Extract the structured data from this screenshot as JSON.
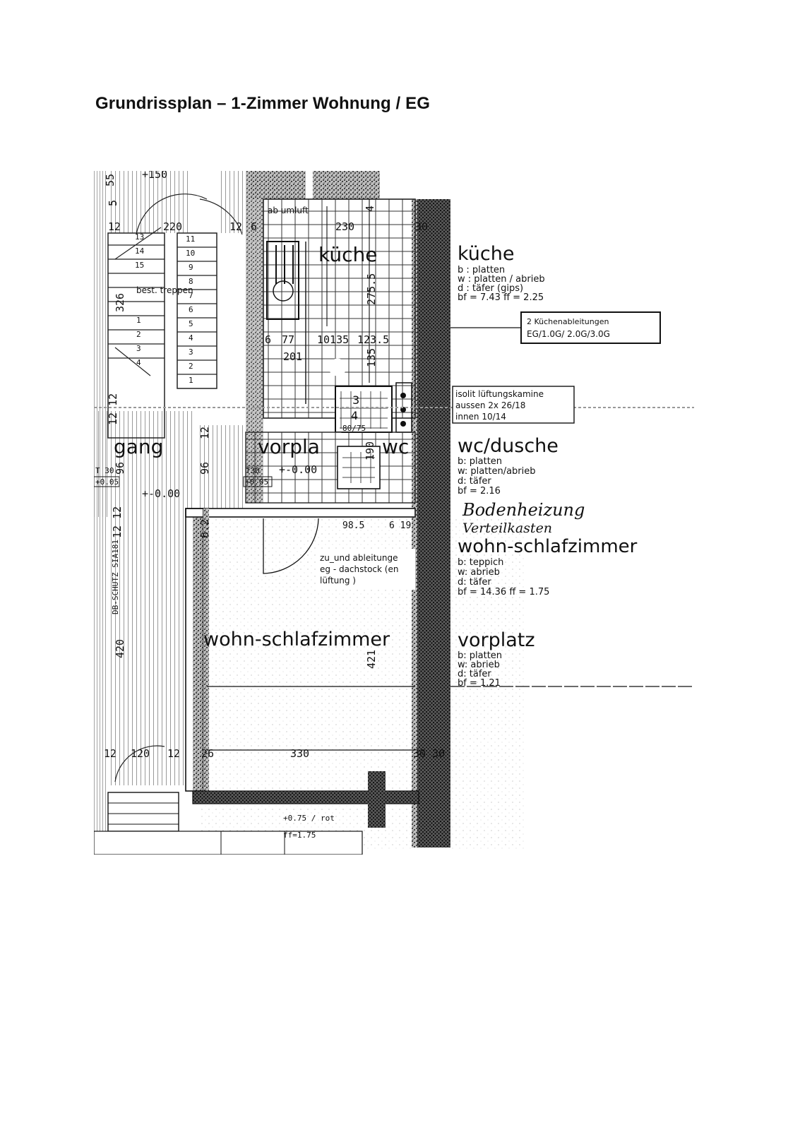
{
  "page": {
    "title": "Grundrissplan – 1-Zimmer Wohnung / EG"
  },
  "plan": {
    "dims": {
      "d55": "55",
      "d5": "5",
      "d150": "+150",
      "d220": "220",
      "d12a": "12",
      "d12b": "12",
      "d12c": "12",
      "d6": "6",
      "d230": "230",
      "d4": "4",
      "d30": "30",
      "d2755": "275.5",
      "d326": "326",
      "d77": "77",
      "d1035": "10135",
      "d1235": "123.5",
      "d201": "201",
      "d135": "135",
      "d8075": "80/75",
      "d190": "190",
      "d96a": "96",
      "d96b": "96",
      "d62": "6.2",
      "d985": "98.5",
      "d619": "6 19",
      "d421": "421",
      "d420": "420",
      "d120": "120",
      "d26": "26",
      "d330": "330",
      "d3030": "30 30",
      "d1212": "12 12",
      "d1212b": "12 12",
      "d6_top": "6",
      "d12d": "12",
      "d12e": "12"
    },
    "levels": {
      "t30a": "T 30",
      "t30b": "T30",
      "p005a": "+0.05",
      "p005b": "+0.05",
      "m000a": "+-0.00",
      "m000b": "+-0.00",
      "ff175": "ff=1.75",
      "rot": "+0.75 / rot"
    },
    "stair_numbers": [
      "13",
      "14",
      "15",
      "11",
      "10",
      "9",
      "8",
      "7",
      "6",
      "5",
      "4",
      "3",
      "2",
      "1",
      "1",
      "2",
      "3",
      "4"
    ],
    "labels": {
      "abluft": "ab umluft",
      "kueche_room": "küche",
      "treppen": "best. treppen",
      "gang": "gang",
      "vorplatz_room": "vorpla",
      "wc_room": "wc",
      "wohn_room": "wohn-schlafzimmer",
      "dbschutz": "DB-SCHUTZ SIA181",
      "zu_abl_1": "zu_und ableitunge",
      "zu_abl_2": "eg - dachstock (en",
      "zu_abl_3": "lüftung )",
      "stair4": "4",
      "stair3": "3"
    },
    "legend": {
      "kueche": {
        "title": "küche",
        "lines": [
          "b : platten",
          "w : platten / abrieb",
          "d : täfer (gips)",
          "bf = 7.43    ff = 2.25"
        ]
      },
      "kuechen_box": [
        "2 Küchenableitungen",
        "EG/1.0G/ 2.0G/3.0G"
      ],
      "kamine_box": [
        "isolit lüftungskamine",
        "aussen   2x 26/18",
        "innen 10/14"
      ],
      "wc": {
        "title": "wc/dusche",
        "lines": [
          "b: platten",
          "w: platten/abrieb",
          "d: täfer",
          "bf = 2.16"
        ]
      },
      "handwritten": [
        "Bodenheizung",
        "Verteilkasten"
      ],
      "wohn": {
        "title": "wohn-schlafzimmer",
        "lines": [
          "b: teppich",
          "w: abrieb",
          "d: täfer",
          "bf = 14.36   ff = 1.75"
        ]
      },
      "vorplatz": {
        "title": "vorplatz",
        "lines": [
          "b: platten",
          "w: abrieb",
          "d: täfer",
          "bf = 1.21"
        ]
      }
    }
  }
}
